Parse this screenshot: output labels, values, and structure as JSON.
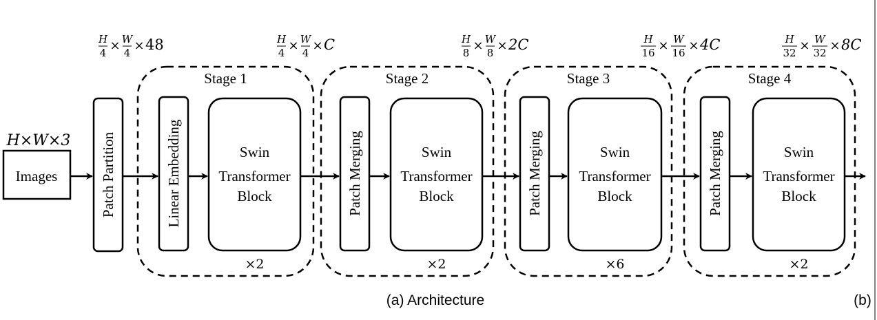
{
  "input": {
    "dims": {
      "base": "H×W×3"
    },
    "label": "Images"
  },
  "patch_partition": {
    "label": "Patch Partition",
    "output_dims": {
      "h_num": "H",
      "h_den": "4",
      "w_num": "W",
      "w_den": "4",
      "channels": "48"
    }
  },
  "stages": [
    {
      "title": "Stage 1",
      "first_layer": "Linear Embedding",
      "block_lines": [
        "Swin",
        "Transformer",
        "Block"
      ],
      "repeat": "×2",
      "output_dims": {
        "h_num": "H",
        "h_den": "4",
        "w_num": "W",
        "w_den": "4",
        "channels": "C"
      }
    },
    {
      "title": "Stage 2",
      "first_layer": "Patch Merging",
      "block_lines": [
        "Swin",
        "Transformer",
        "Block"
      ],
      "repeat": "×2",
      "output_dims": {
        "h_num": "H",
        "h_den": "8",
        "w_num": "W",
        "w_den": "8",
        "channels": "2C"
      }
    },
    {
      "title": "Stage 3",
      "first_layer": "Patch Merging",
      "block_lines": [
        "Swin",
        "Transformer",
        "Block"
      ],
      "repeat": "×6",
      "output_dims": {
        "h_num": "H",
        "h_den": "16",
        "w_num": "W",
        "w_den": "16",
        "channels": "4C"
      }
    },
    {
      "title": "Stage 4",
      "first_layer": "Patch Merging",
      "block_lines": [
        "Swin",
        "Transformer",
        "Block"
      ],
      "repeat": "×2",
      "output_dims": {
        "h_num": "H",
        "h_den": "32",
        "w_num": "W",
        "w_den": "32",
        "channels": "8C"
      }
    }
  ],
  "captions": {
    "main": "(a) Architecture",
    "side": "(b)"
  },
  "symbols": {
    "times": "×"
  }
}
